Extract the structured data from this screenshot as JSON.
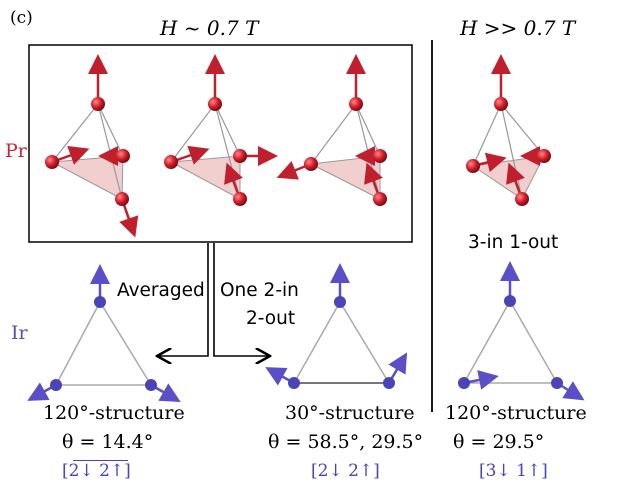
{
  "panel_label": "(c)",
  "header_low": "H ~ 0.7 T",
  "header_high": "H >> 0.7 T",
  "pr_label": "Pr",
  "ir_label": "Ir",
  "averaged_label": "Averaged",
  "one_2in_line1": "One 2-in",
  "one_2in_line2": "2-out",
  "three_in_one_out": "3-in 1-out",
  "left_structure": "120°-structure",
  "left_theta": "θ = 14.4°",
  "left_config": "[2↓ 2↑]",
  "mid_structure": "30°-structure",
  "mid_theta": "θ = 58.5°, 29.5°",
  "mid_config": "[2↓ 2↑]",
  "right_structure": "120°-structure",
  "right_theta": "θ = 29.5°",
  "right_config": "[3↓ 1↑]",
  "colors": {
    "pr_red": "#c8283c",
    "ir_blue": "#4a44b8",
    "face_pink": "#f2cfcf"
  }
}
